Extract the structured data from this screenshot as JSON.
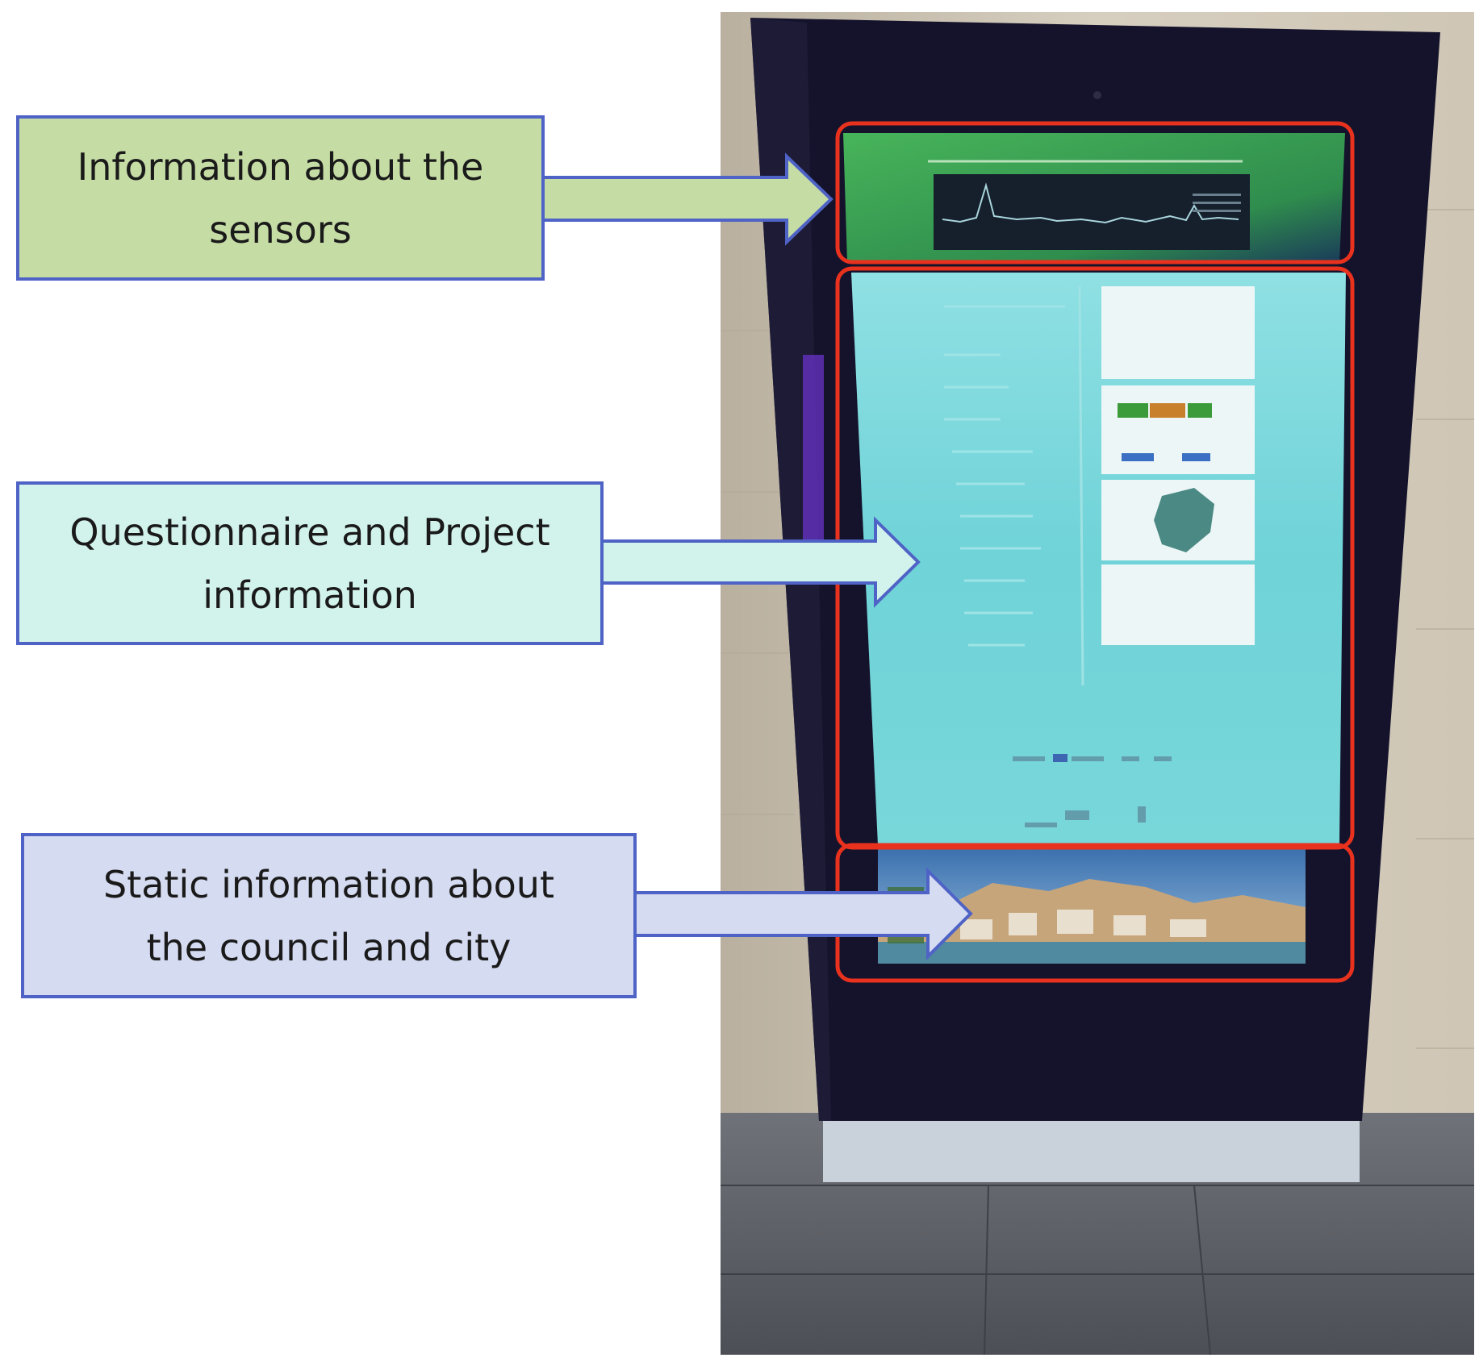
{
  "callouts": {
    "sensors": {
      "line1": "Information about the",
      "line2": "sensors",
      "color": "#c5dca5"
    },
    "questionnaire": {
      "line1": "Questionnaire and Project",
      "line2": "information",
      "color": "#d2f2ec"
    },
    "static_info": {
      "line1": "Static information about",
      "line2": "the council and city",
      "color": "#d5dbf1"
    }
  },
  "colors": {
    "callout_border": "#4f63c6",
    "highlight_border": "#e8321e",
    "kiosk_frame": "#14132b",
    "screen_sensor_panel": "#3aa04a",
    "screen_main_panel": "#6fd3d8"
  }
}
